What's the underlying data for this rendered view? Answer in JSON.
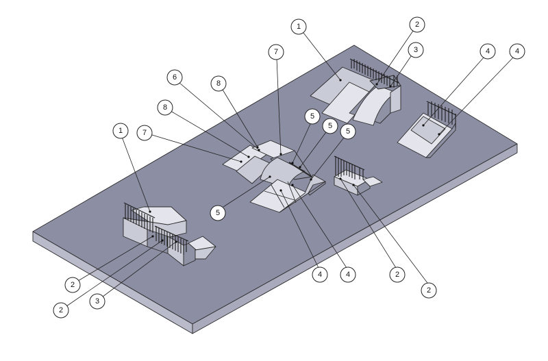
{
  "diagram": {
    "colors": {
      "plate_top": "#8c8ea3",
      "plate_side": "#a9abbd",
      "plate_front": "#b9bbcb",
      "ramp_light": "#e4e5ec",
      "ramp_mid": "#c9cbd6",
      "ramp_dark": "#8f92a4",
      "balloon_stroke": "#222222"
    },
    "balloons": [
      {
        "label": "1"
      },
      {
        "label": "2"
      },
      {
        "label": "3"
      },
      {
        "label": "4"
      },
      {
        "label": "4"
      },
      {
        "label": "7"
      },
      {
        "label": "6"
      },
      {
        "label": "8"
      },
      {
        "label": "8"
      },
      {
        "label": "7"
      },
      {
        "label": "5"
      },
      {
        "label": "5"
      },
      {
        "label": "5"
      },
      {
        "label": "5"
      },
      {
        "label": "1"
      },
      {
        "label": "4"
      },
      {
        "label": "4"
      },
      {
        "label": "2"
      },
      {
        "label": "2"
      },
      {
        "label": "2"
      },
      {
        "label": "2"
      },
      {
        "label": "3"
      }
    ]
  }
}
